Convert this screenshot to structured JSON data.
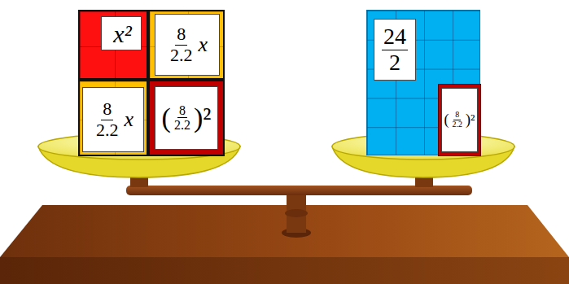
{
  "diagram": {
    "nodes": [
      {
        "text": [
          "x²"
        ]
      },
      {
        "text": [
          "8",
          "2.2",
          "x"
        ]
      },
      {
        "text": [
          "8",
          "2.2",
          "x"
        ]
      },
      {
        "text": [
          "(",
          "8",
          "2.2",
          ")²"
        ]
      },
      {
        "text": [
          "24",
          "2"
        ]
      },
      {
        "text": [
          "(",
          "8",
          "2.2",
          ")²"
        ],
        "in": 4
      }
    ]
  }
}
